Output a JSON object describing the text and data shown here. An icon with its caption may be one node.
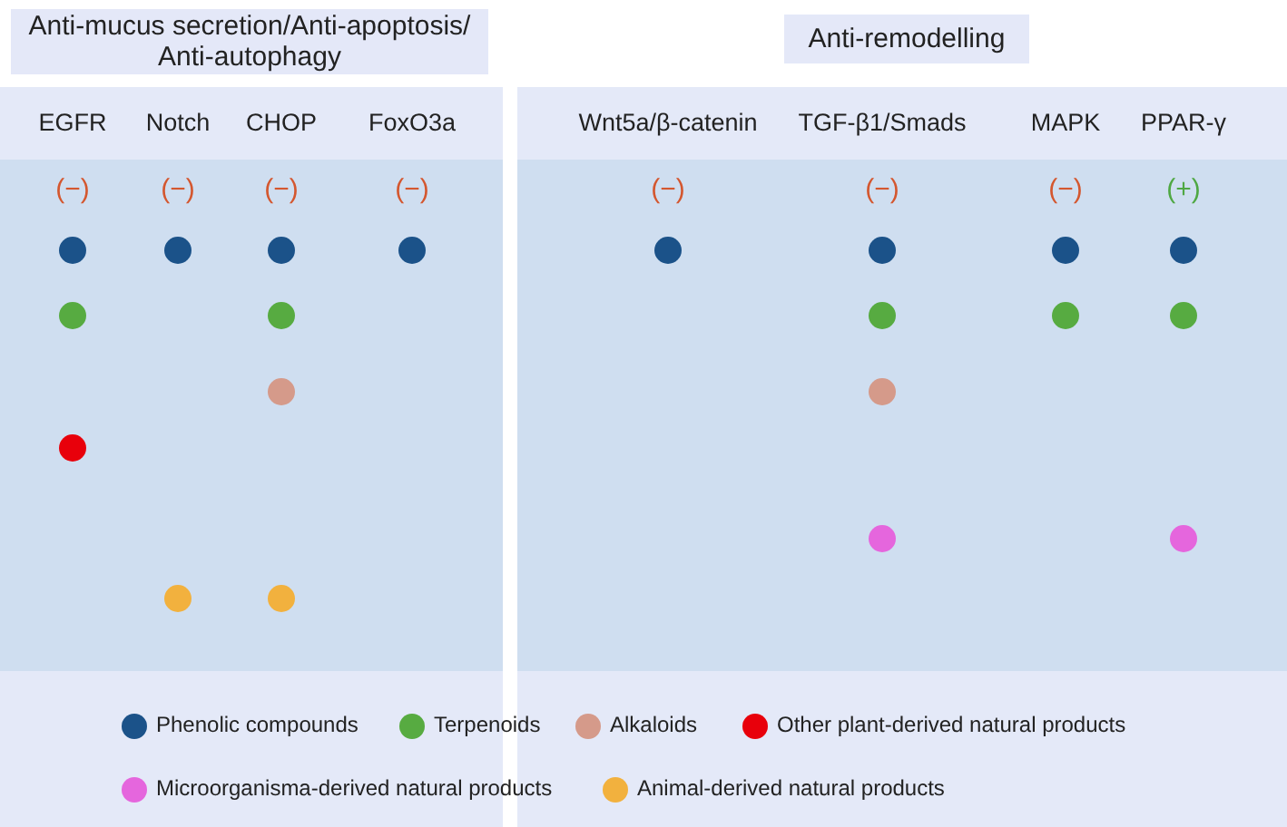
{
  "diagram": {
    "nodes": [
      {
        "text": [
          "Anti-mucus secretion/Anti-apoptosis/Anti-autophagy"
        ]
      },
      {
        "text": [
          "Anti-remodelling"
        ]
      },
      {
        "text": [
          "EGFR",
          "Notch",
          "CHOP",
          "FoxO3a",
          "(−)",
          "(−)",
          "(−)",
          "(−)"
        ]
      },
      {
        "text": [
          "Wnt5a/β-catenin",
          "TGF-β1/Smads",
          "MAPK",
          "PPAR-γ",
          "(−)",
          "(−)",
          "(−)",
          "(+)"
        ]
      }
    ],
    "legend": [
      {
        "text": "Phenolic compounds",
        "color": "#1b5289"
      },
      {
        "text": "Terpenoids",
        "color": "#57ab41"
      },
      {
        "text": "Alkaloids",
        "color": "#d59a8a"
      },
      {
        "text": "Other plant-derived natural products",
        "color": "#e8000b"
      },
      {
        "text": "Microorganisma-derived natural products",
        "color": "#e566dd"
      },
      {
        "text": "Animal-derived natural products",
        "color": "#f2b13e"
      }
    ]
  }
}
